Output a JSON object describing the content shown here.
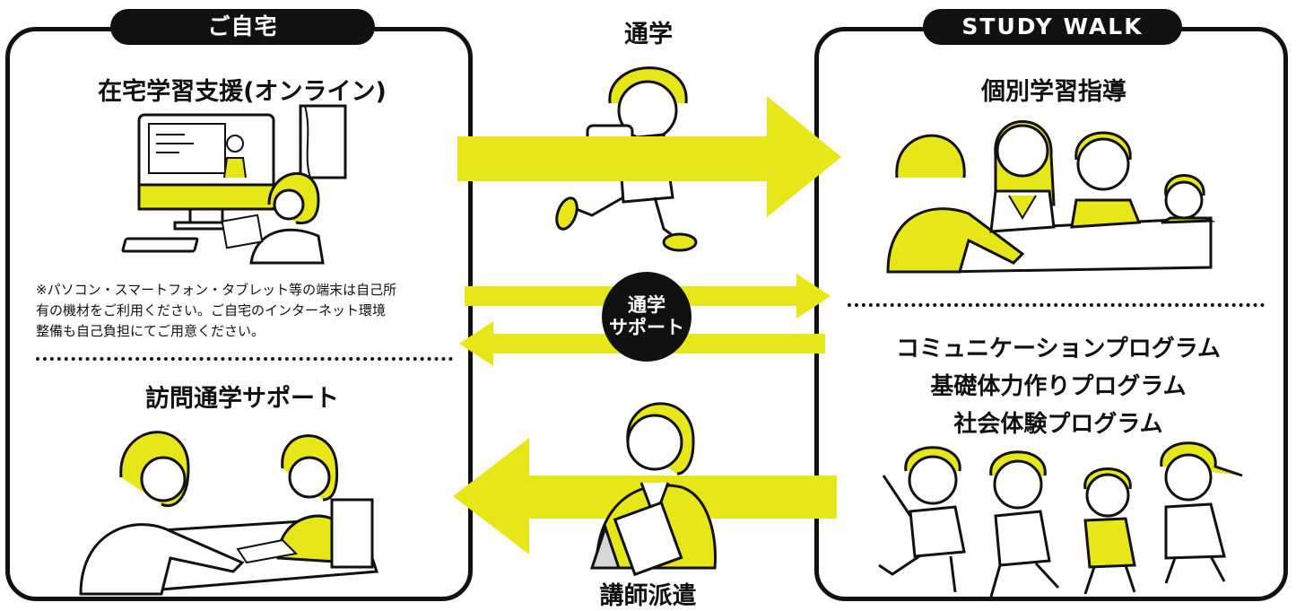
{
  "colors": {
    "accent": "#e6e619",
    "ink": "#111111",
    "background": "#ffffff"
  },
  "home": {
    "tab": "ご自宅",
    "online_title": "在宅学習支援(オンライン)",
    "note_lines": [
      "※パソコン・スマートフォン・タブレット等の端末は自己所",
      "有の機材をご利用ください。ご自宅のインターネット環境",
      "整備も自己負担にてご用意ください。"
    ],
    "visit_title": "訪問通学サポート"
  },
  "center": {
    "commute_label": "通学",
    "support_badge_line1": "通学",
    "support_badge_line2": "サポート",
    "dispatch_label": "講師派遣"
  },
  "study": {
    "tab": "STUDY WALK",
    "individual_title": "個別学習指導",
    "programs": [
      "コミュニケーションプログラム",
      "基礎体力作りプログラム",
      "社会体験プログラム"
    ]
  },
  "illustrations": {
    "online": "online-study-illustration",
    "visit": "home-visit-illustration",
    "commute": "child-walking-illustration",
    "dispatch": "teacher-illustration",
    "individual": "individual-tutoring-illustration",
    "programs": "children-jumping-illustration"
  }
}
